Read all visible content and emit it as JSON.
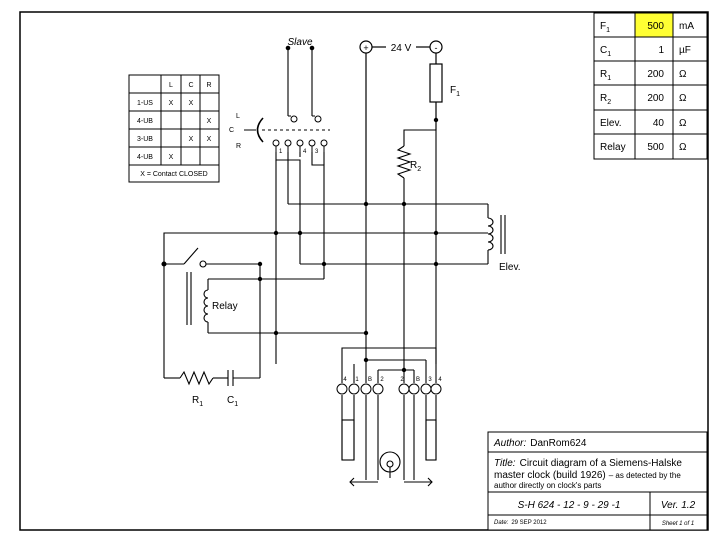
{
  "labels": {
    "slave": "Slave",
    "plus": "+",
    "minus": "-",
    "voltage": "24 V",
    "f1": "F",
    "f1_sub": "1",
    "r2": "R",
    "r2_sub": "2",
    "elev": "Elev.",
    "relay": "Relay",
    "r1": "R",
    "r1_sub": "1",
    "c1": "C",
    "c1_sub": "1",
    "sw_l": "L",
    "sw_c": "C",
    "sw_r": "R",
    "sw_t1": "1",
    "sw_t4": "4",
    "sw_t3": "3",
    "bottom_terminals": [
      "4",
      "1",
      "B",
      "2",
      "2",
      "B",
      "3",
      "4"
    ]
  },
  "contact_table": {
    "headers": [
      "",
      "L",
      "C",
      "R"
    ],
    "rows": [
      {
        "name": "1-US",
        "cells": [
          "X",
          "X",
          ""
        ]
      },
      {
        "name": "4-UB",
        "cells": [
          "",
          "",
          "X"
        ]
      },
      {
        "name": "3-UB",
        "cells": [
          "",
          "X",
          "X"
        ]
      },
      {
        "name": "4-UB",
        "cells": [
          "X",
          "",
          ""
        ]
      }
    ],
    "footer": "X = Contact CLOSED"
  },
  "values_table": {
    "rows": [
      {
        "name": "F",
        "sub": "1",
        "value": "500",
        "unit": "mA",
        "highlight": true
      },
      {
        "name": "C",
        "sub": "1",
        "value": "1",
        "unit": "µF",
        "highlight": false
      },
      {
        "name": "R",
        "sub": "1",
        "value": "200",
        "unit": "Ω",
        "highlight": false
      },
      {
        "name": "R",
        "sub": "2",
        "value": "200",
        "unit": "Ω",
        "highlight": false
      },
      {
        "name": "Elev.",
        "sub": "",
        "value": "40",
        "unit": "Ω",
        "highlight": false
      },
      {
        "name": "Relay",
        "sub": "",
        "value": "500",
        "unit": "Ω",
        "highlight": false
      }
    ],
    "highlight_color": "#ffff33"
  },
  "title_block": {
    "author_label": "Author:",
    "author": "DanRom624",
    "title_label": "Title:",
    "title_line1": "Circuit diagram of a Siemens-Halske",
    "title_line2": "master clock (build 1926)",
    "title_note1": "– as detected by the",
    "title_note2": "author directly on clock's parts",
    "doc_number": "S-H 624 - 12 - 9 - 29 -1",
    "version": "Ver. 1.2",
    "date_label": "Date:",
    "date": "29 SEP 2012",
    "sheet": "Sheet 1 of 1"
  }
}
